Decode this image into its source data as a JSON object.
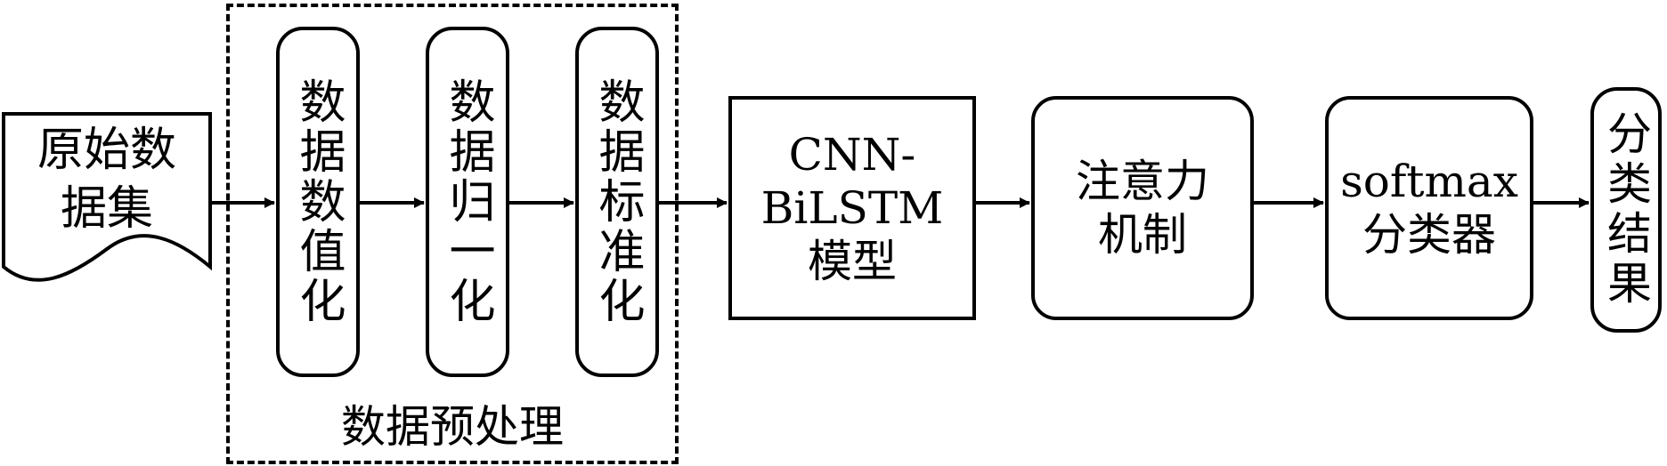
{
  "input": {
    "label": "原始数\n据集"
  },
  "preprocess": {
    "caption": "数据预处理",
    "steps": [
      {
        "label": "数据数值化"
      },
      {
        "label": "数据归一化"
      },
      {
        "label": "数据标准化"
      }
    ]
  },
  "model": {
    "label": "CNN-\nBiLSTM\n模型"
  },
  "attention": {
    "label": "注意力\n机制"
  },
  "classifier": {
    "label": "softmax\n分类器"
  },
  "output": {
    "label": "分类结果"
  }
}
